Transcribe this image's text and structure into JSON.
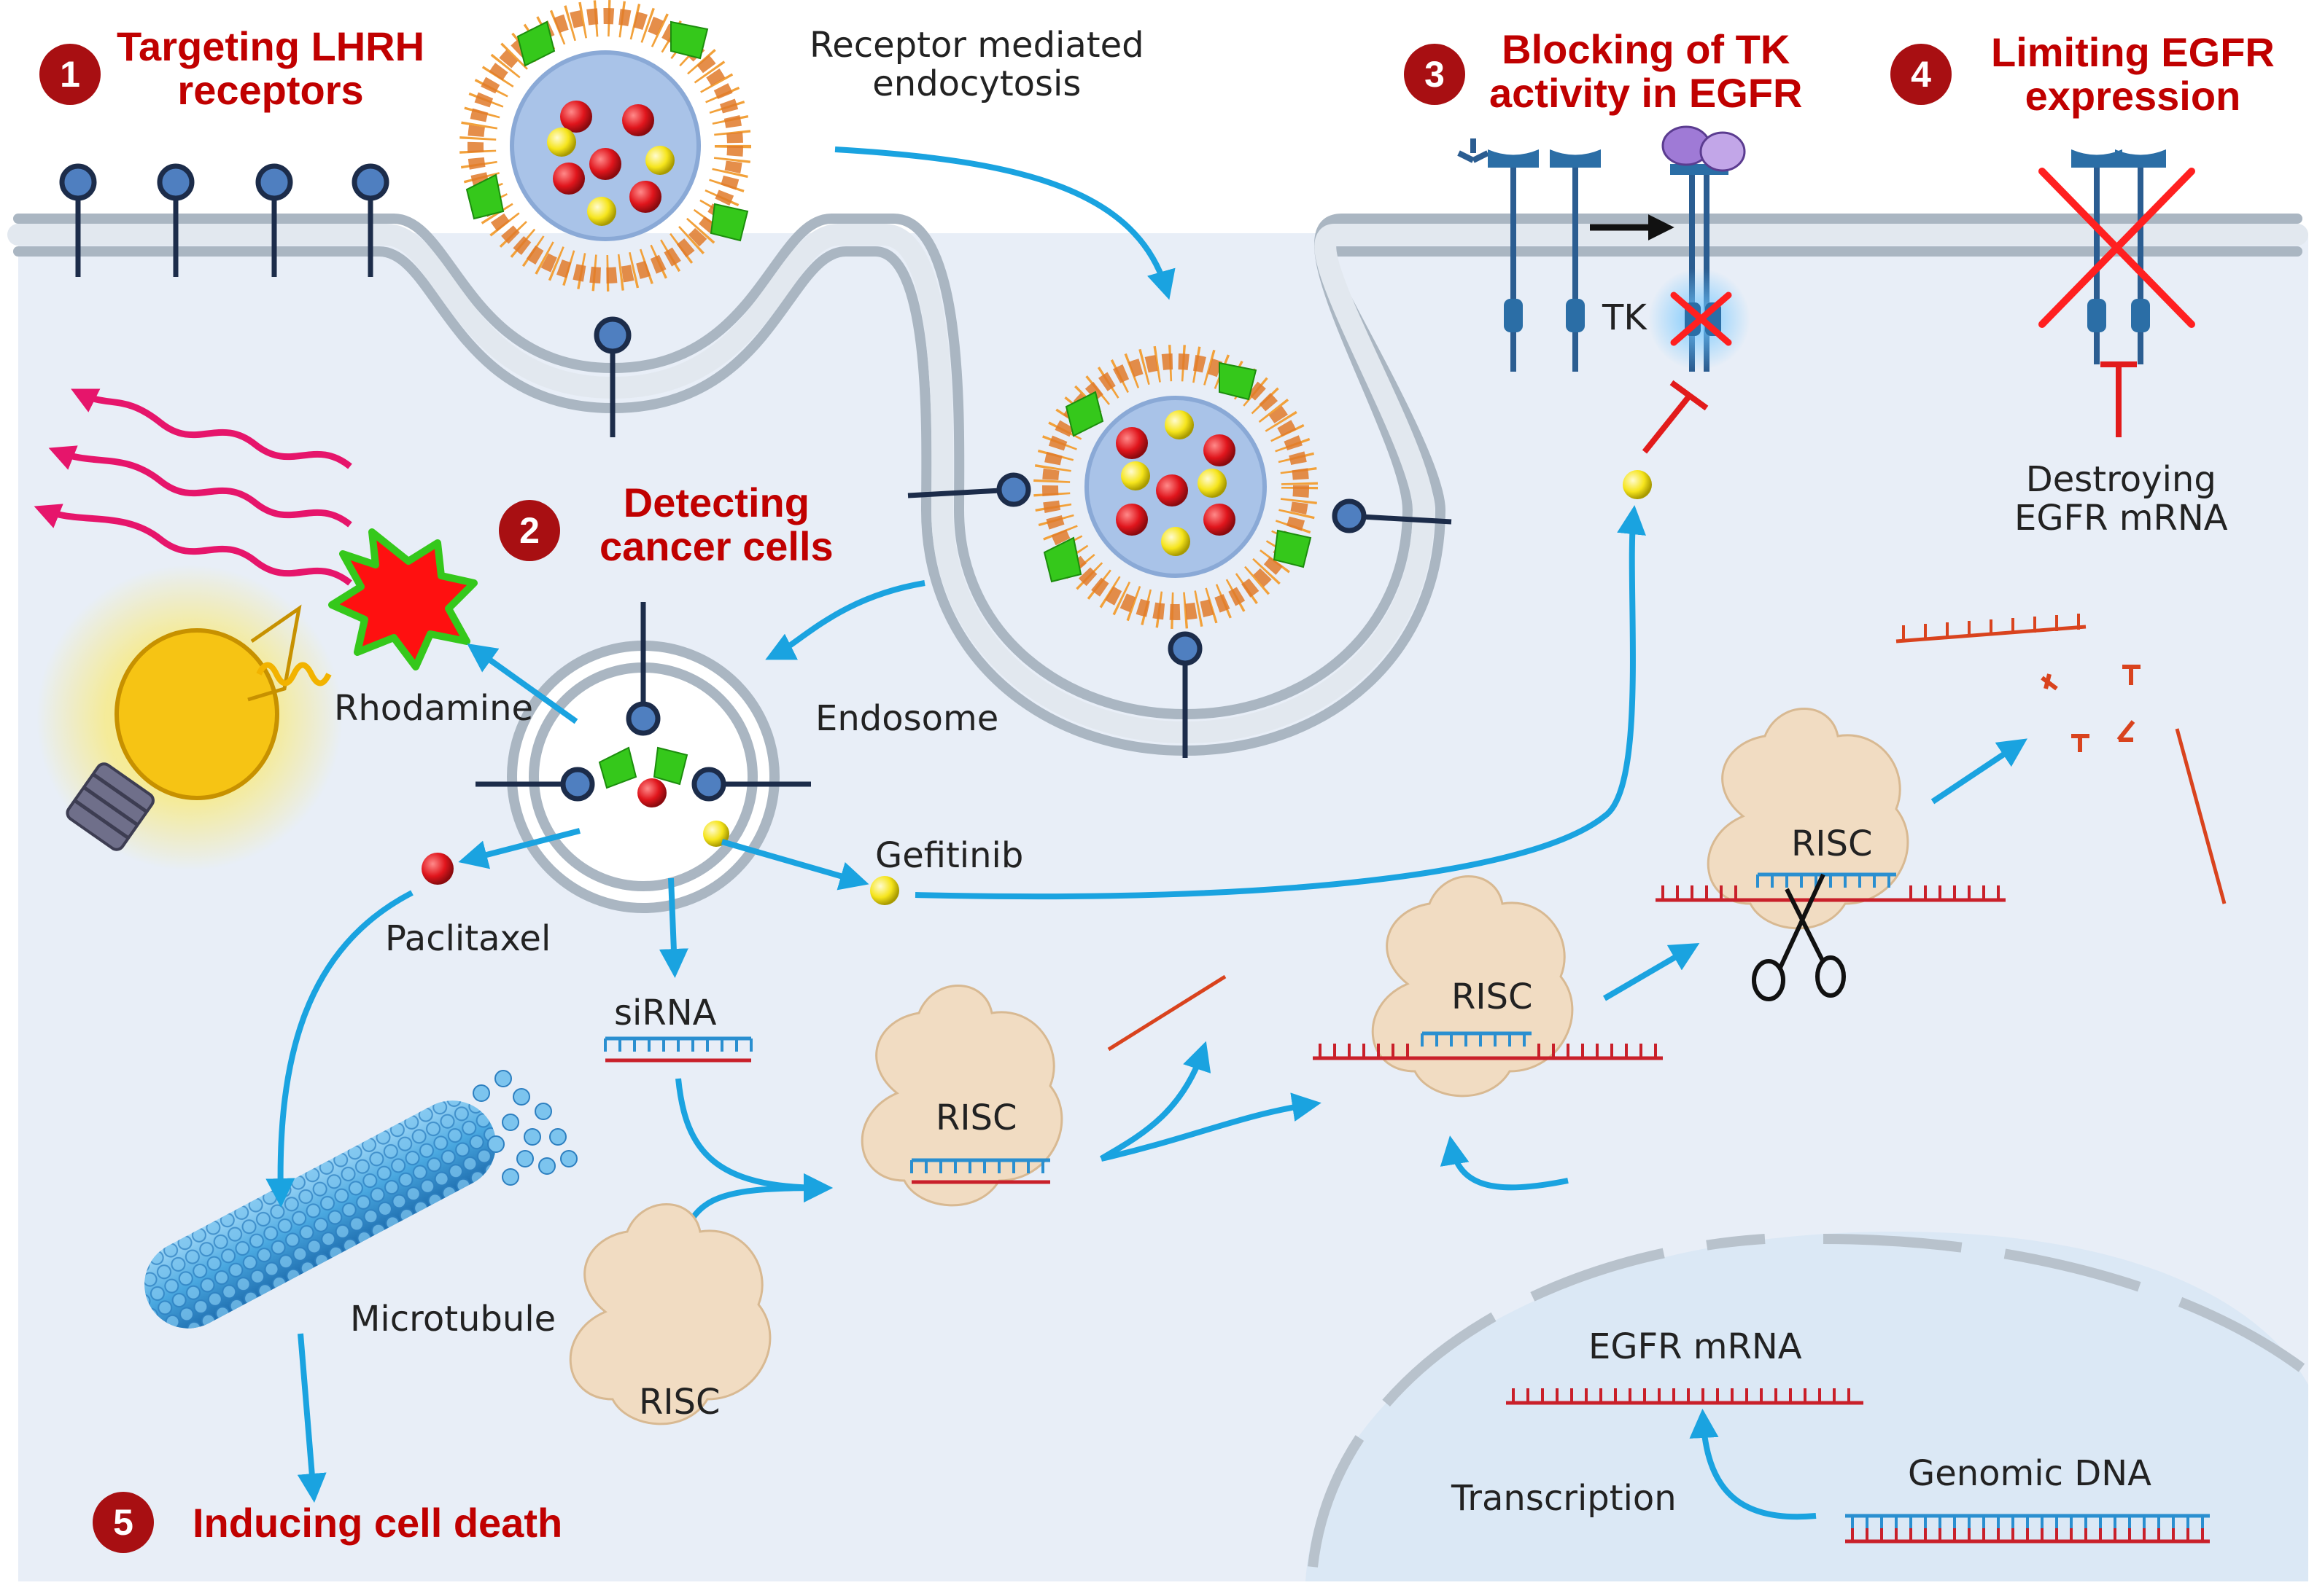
{
  "steps": [
    {
      "number": "1",
      "title": "Targeting LHRH\nreceptors"
    },
    {
      "number": "2",
      "title": "Detecting\ncancer cells"
    },
    {
      "number": "3",
      "title": "Blocking of TK\nactivity in EGFR"
    },
    {
      "number": "4",
      "title": "Limiting EGFR\nexpression"
    },
    {
      "number": "5",
      "title": "Inducing cell death"
    }
  ],
  "labels": {
    "endocytosis": "Receptor mediated\nendocytosis",
    "tk": "TK",
    "destroying": "Destroying\nEGFR mRNA",
    "rhodamine": "Rhodamine",
    "endosome": "Endosome",
    "gefitinib": "Gefitinib",
    "paclitaxel": "Paclitaxel",
    "sirna": "siRNA",
    "microtubule": "Microtubule",
    "risc": "RISC",
    "egfr_mrna": "EGFR mRNA",
    "transcription": "Transcription",
    "genomic_dna": "Genomic DNA"
  },
  "colors": {
    "title_red": "#c00000",
    "badge_red": "#a80f12",
    "arrow_blue": "#1aa3e0",
    "membrane_gray": "#aab6c2",
    "cytoplasm": "#e8eef7",
    "nucleus": "#dbe8f5",
    "risc_beige": "#f1dcc2",
    "strand_red": "#c9202a",
    "strand_blue": "#2a8fd0",
    "fragment_orange": "#d9431e",
    "receptor_blue": "#3f6fa8",
    "gefitinib_yellow": "#f6e51c",
    "paclitaxel_red": "#e0151c",
    "rhodamine_red": "#ff1010",
    "rhodamine_green": "#35c81b"
  }
}
